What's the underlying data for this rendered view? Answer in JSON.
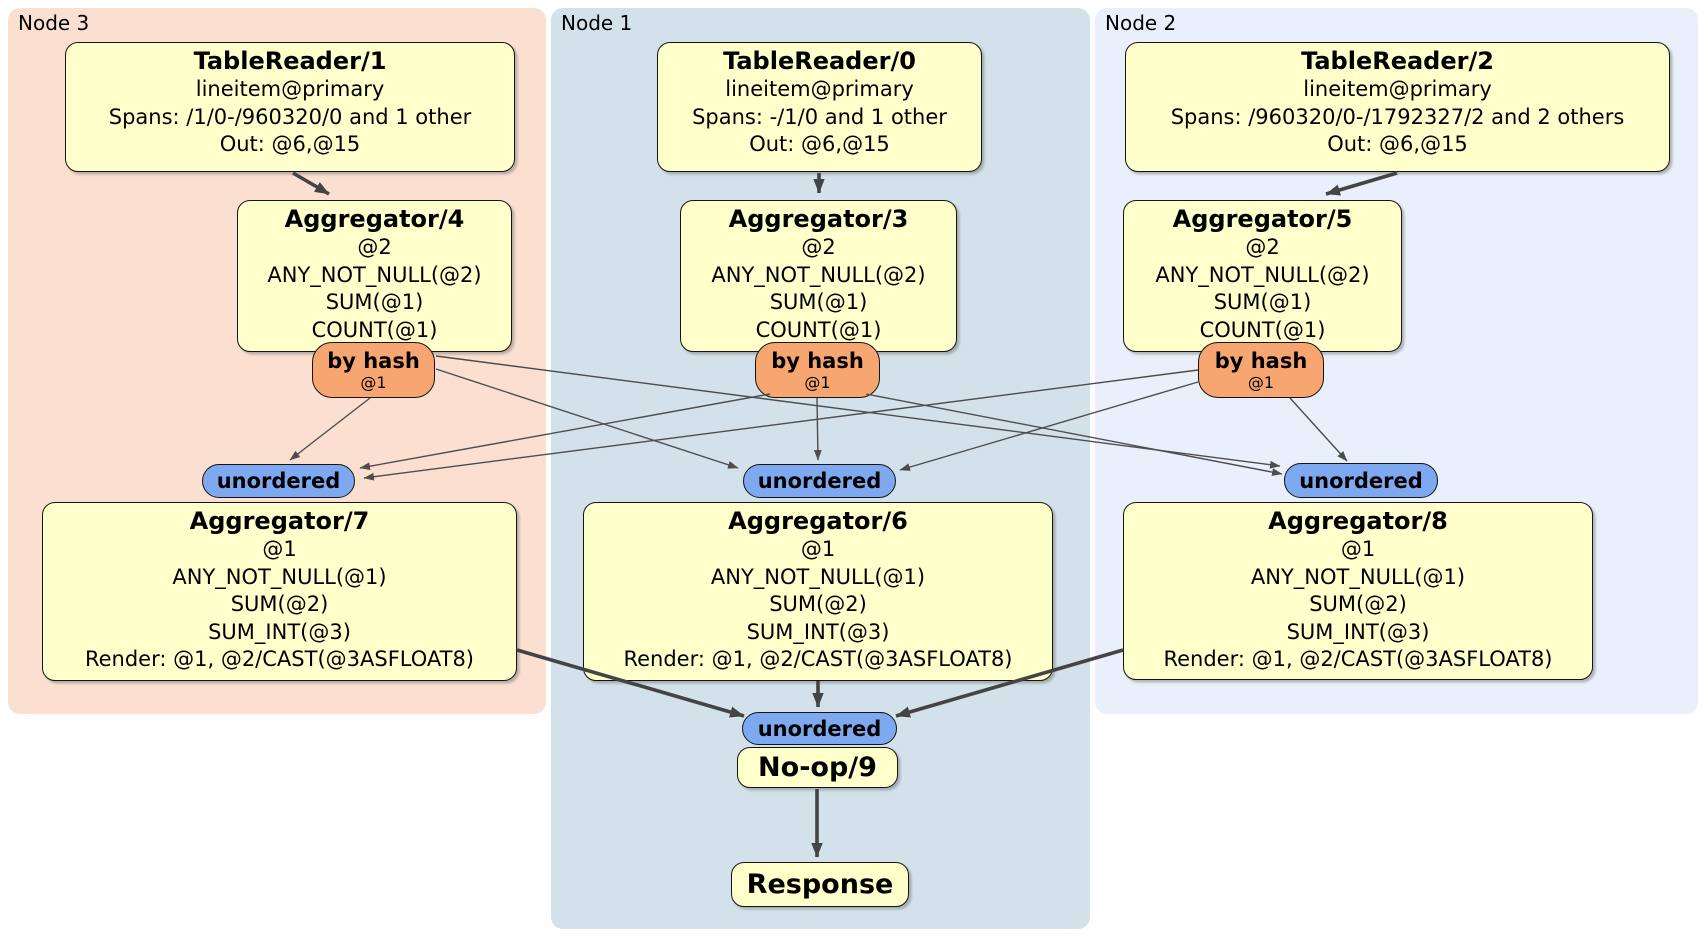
{
  "panels": {
    "node3": "Node 3",
    "node1": "Node 1",
    "node2": "Node 2"
  },
  "boxes": {
    "tr1": {
      "title": "TableReader/1",
      "lines": [
        "lineitem@primary",
        "Spans: /1/0-/960320/0 and 1 other",
        "Out: @6,@15"
      ]
    },
    "tr0": {
      "title": "TableReader/0",
      "lines": [
        "lineitem@primary",
        "Spans: -/1/0 and 1 other",
        "Out: @6,@15"
      ]
    },
    "tr2": {
      "title": "TableReader/2",
      "lines": [
        "lineitem@primary",
        "Spans: /960320/0-/1792327/2 and 2 others",
        "Out: @6,@15"
      ]
    },
    "agg4": {
      "title": "Aggregator/4",
      "lines": [
        "@2",
        "ANY_NOT_NULL(@2)",
        "SUM(@1)",
        "COUNT(@1)"
      ]
    },
    "agg3": {
      "title": "Aggregator/3",
      "lines": [
        "@2",
        "ANY_NOT_NULL(@2)",
        "SUM(@1)",
        "COUNT(@1)"
      ]
    },
    "agg5": {
      "title": "Aggregator/5",
      "lines": [
        "@2",
        "ANY_NOT_NULL(@2)",
        "SUM(@1)",
        "COUNT(@1)"
      ]
    },
    "agg7": {
      "title": "Aggregator/7",
      "lines": [
        "@1",
        "ANY_NOT_NULL(@1)",
        "SUM(@2)",
        "SUM_INT(@3)",
        "Render: @1, @2/CAST(@3ASFLOAT8)"
      ]
    },
    "agg6": {
      "title": "Aggregator/6",
      "lines": [
        "@1",
        "ANY_NOT_NULL(@1)",
        "SUM(@2)",
        "SUM_INT(@3)",
        "Render: @1, @2/CAST(@3ASFLOAT8)"
      ]
    },
    "agg8": {
      "title": "Aggregator/8",
      "lines": [
        "@1",
        "ANY_NOT_NULL(@1)",
        "SUM(@2)",
        "SUM_INT(@3)",
        "Render: @1, @2/CAST(@3ASFLOAT8)"
      ]
    },
    "noop": {
      "title": "No-op/9"
    },
    "response": {
      "title": "Response"
    }
  },
  "routers": {
    "label": "by hash",
    "sub": "@1"
  },
  "streams": {
    "label": "unordered"
  },
  "colors": {
    "node3_bg": "#fbdfd1",
    "node1_bg": "#d2e1ea",
    "node2_bg": "#e9f0fb",
    "box_fill": "#ffffcc",
    "router_fill": "#f7a571",
    "stream_fill": "#7ea9f0",
    "edge": "#444444"
  }
}
